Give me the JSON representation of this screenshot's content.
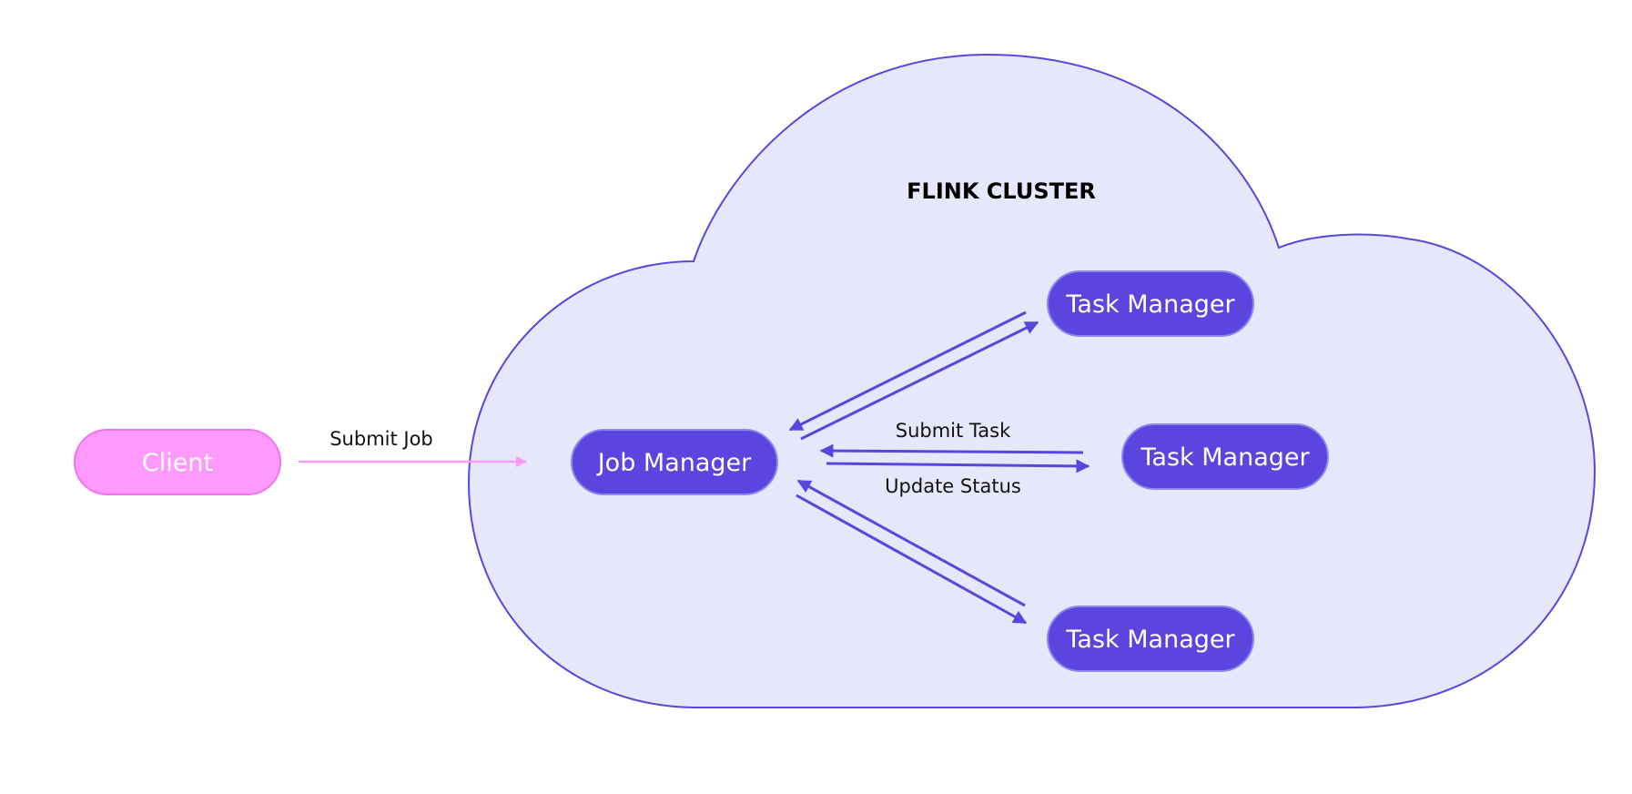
{
  "cluster": {
    "title": "FLINK CLUSTER"
  },
  "nodes": {
    "client": "Client",
    "job_manager": "Job Manager",
    "task_manager_top": "Task Manager",
    "task_manager_middle": "Task Manager",
    "task_manager_bottom": "Task Manager"
  },
  "edges": {
    "submit_job": "Submit Job",
    "submit_task": "Submit Task",
    "update_status": "Update Status"
  },
  "colors": {
    "cloud_fill": "#e7e7fb",
    "cloud_stroke": "#5b45de",
    "manager_fill": "#5b45de",
    "manager_border": "#8f86f0",
    "client_fill": "#fe9afe",
    "client_border": "#ee75ee",
    "client_arrow": "#fe9afe",
    "arrow": "#5b45de"
  }
}
